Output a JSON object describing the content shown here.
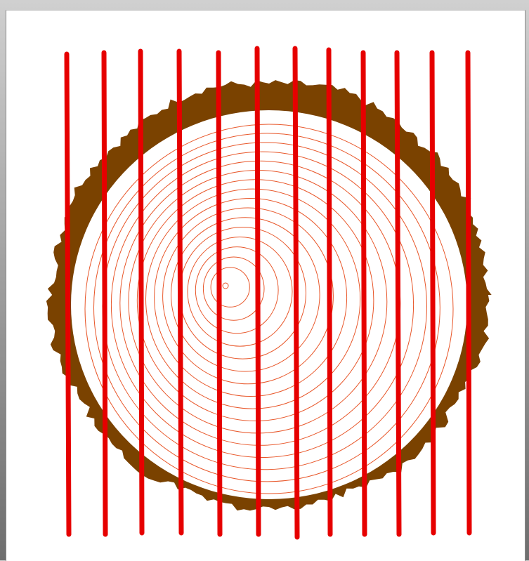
{
  "figure": {
    "subject": "log-cross-section-sawing-diagram",
    "bark_color": "#7a4200",
    "wood_color": "#ffffff",
    "growth_ring_color": "#e8572a",
    "cut_line_color": "#e60000",
    "growth_ring_count": 16,
    "cut_line_count": 12
  }
}
